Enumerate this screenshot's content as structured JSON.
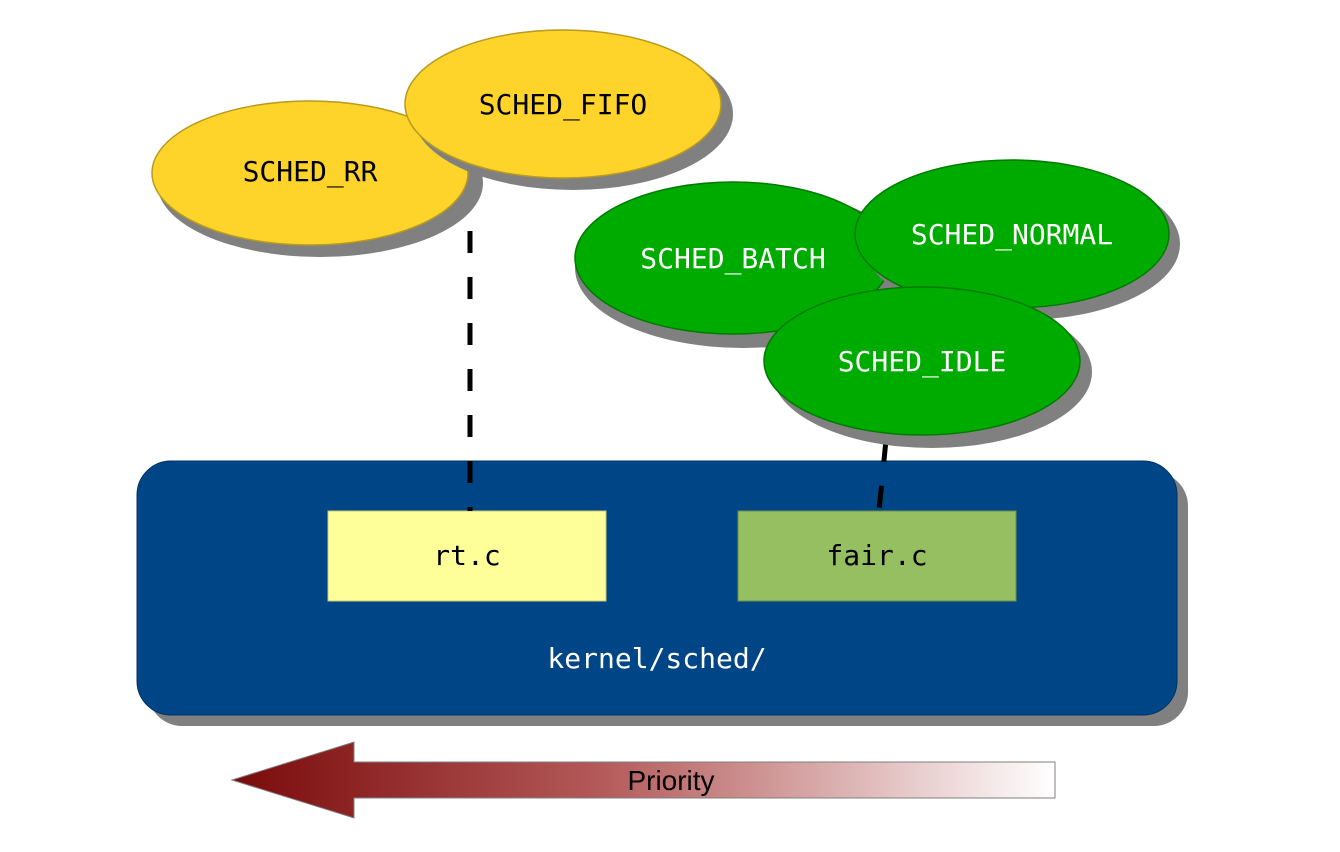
{
  "colors": {
    "realtime_fill": "#fed32a",
    "fair_fill": "#00ab00",
    "kernel_fill": "#004586",
    "rt_file_fill": "#ffff99",
    "fair_file_fill": "#95bf61",
    "shadow": "#808080",
    "arrow_dark": "#7a0a0a"
  },
  "policies": {
    "rr": "SCHED_RR",
    "fifo": "SCHED_FIFO",
    "batch": "SCHED_BATCH",
    "normal": "SCHED_NORMAL",
    "idle": "SCHED_IDLE"
  },
  "kernel": {
    "label": "kernel/sched/",
    "rt_file": "rt.c",
    "fair_file": "fair.c"
  },
  "priority": {
    "label": "Priority"
  }
}
